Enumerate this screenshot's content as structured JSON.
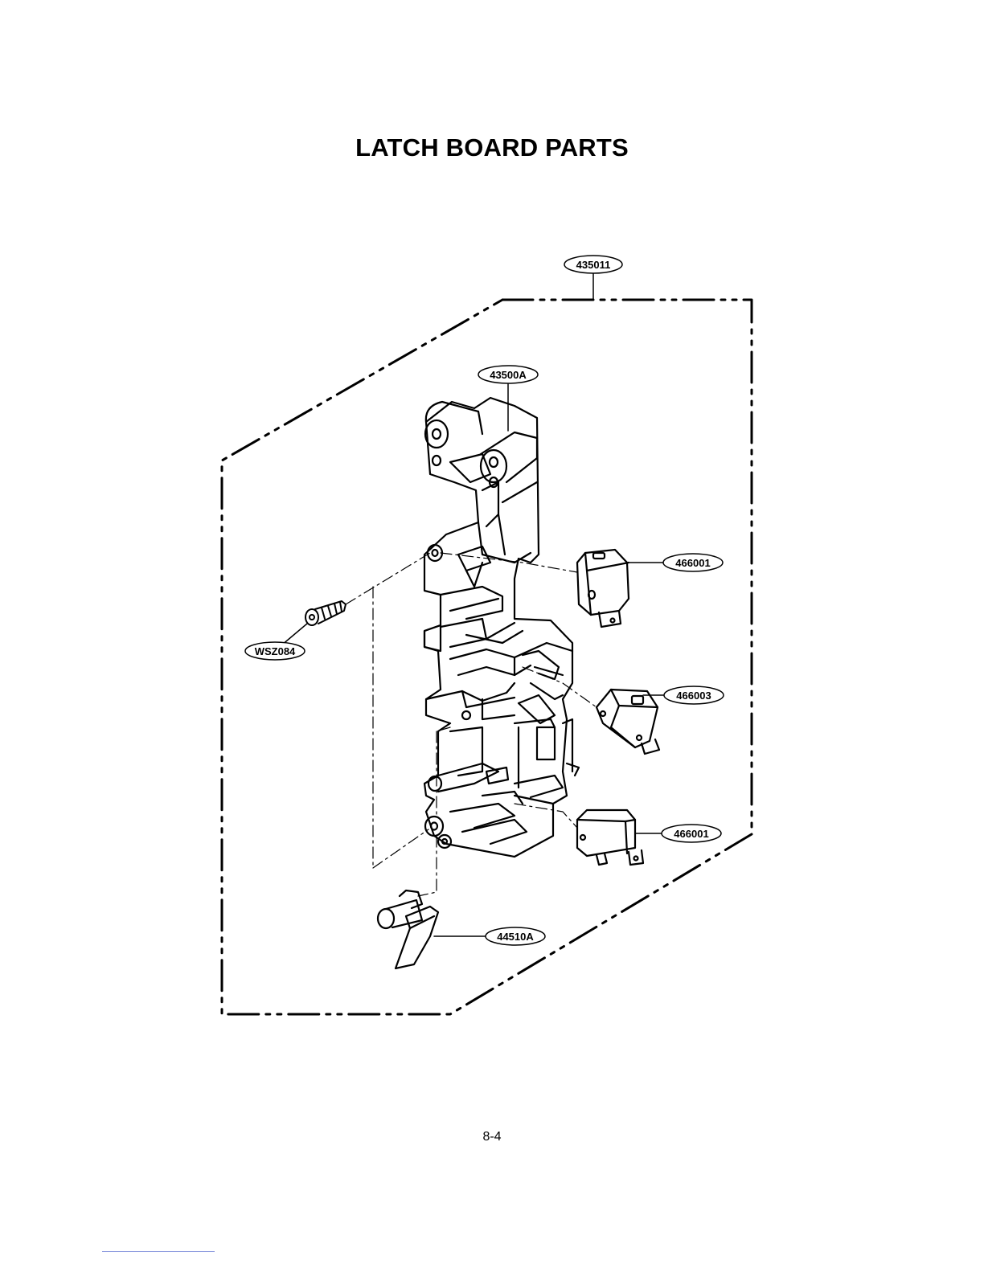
{
  "page": {
    "title": "LATCH BOARD PARTS",
    "page_number": "8-4"
  },
  "callouts": {
    "assembly": "435011",
    "latch_board": "43500A",
    "switch_primary": "466001",
    "switch_monitor": "466003",
    "switch_secondary": "466001",
    "screw": "WSZ084",
    "lever": "44510A"
  }
}
